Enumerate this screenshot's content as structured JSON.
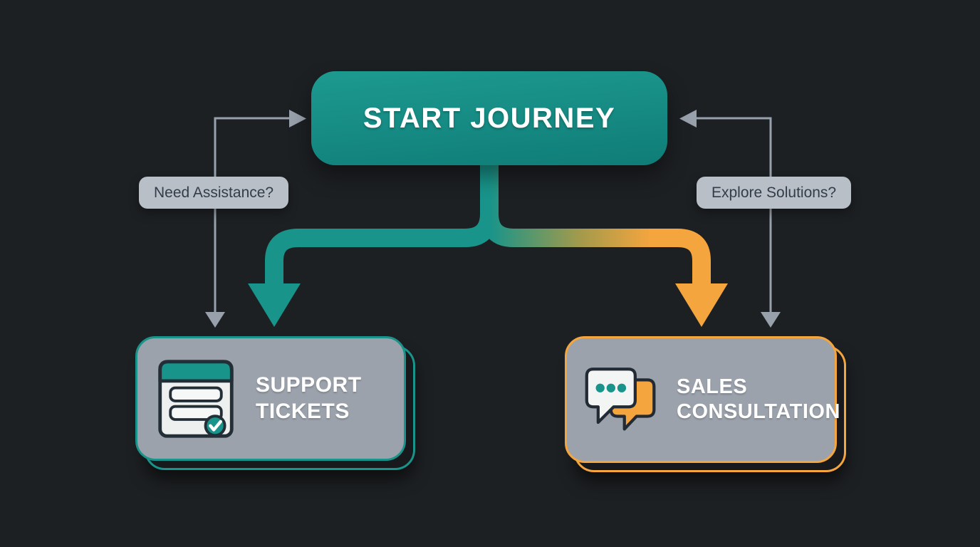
{
  "theme": {
    "bg": "#1d2023",
    "teal": "#18948a",
    "orange": "#f5a53e",
    "grad-mid": "#a39a4b",
    "thin": "#98a1ab",
    "card-bg": "#9ba2ac",
    "pill-bg": "#b9bfc7",
    "pill-text": "#323d49",
    "node-top": "#1d9a90",
    "node-bottom": "#0f7d77",
    "title": "#ffffff",
    "outline": "#232e36",
    "icon-paper": "#eef0ef"
  },
  "diagram": {
    "start_node": {
      "label": "START JOURNEY"
    },
    "questions": {
      "left": {
        "text": "Need Assistance?"
      },
      "right": {
        "text": "Explore Solutions?"
      }
    },
    "outcomes": {
      "left": {
        "title": "SUPPORT TICKETS",
        "icon": "ticket-form-icon",
        "accent": "teal"
      },
      "right": {
        "title": "SALES CONSULTATION",
        "icon": "chat-bubbles-icon",
        "accent": "orange"
      }
    }
  }
}
